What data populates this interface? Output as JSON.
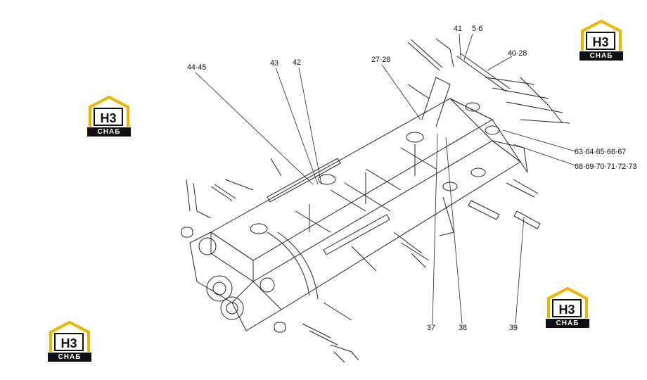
{
  "logo": {
    "mark": "H3",
    "word": "СНАБ",
    "accent": "#f0b400",
    "dark": "#111111"
  },
  "callouts": {
    "c4445": "44·45",
    "c43": "43",
    "c42": "42",
    "c2728": "27·28",
    "c41": "41",
    "c56": "5·6",
    "c4028": "40·28",
    "c6367": "63·64·65·66·67",
    "c6873": "68·69·70·71·72·73",
    "c37": "37",
    "c38": "38",
    "c39": "39"
  },
  "colors": {
    "line": "#222222",
    "paper": "#ffffff"
  }
}
